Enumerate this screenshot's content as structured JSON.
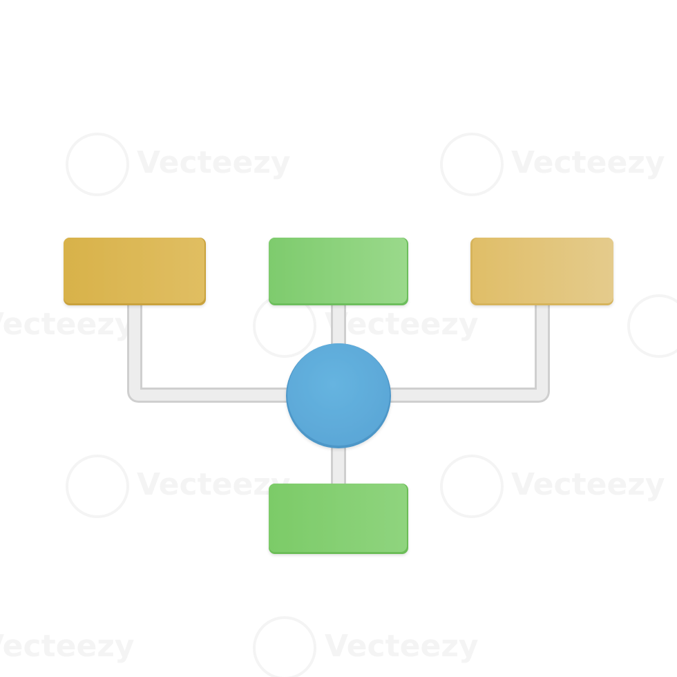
{
  "diagram": {
    "type": "hub-and-spoke",
    "center_node": {
      "shape": "circle",
      "color": "#5EACDC"
    },
    "nodes": [
      {
        "id": "top-left",
        "shape": "rectangle",
        "color": "#D9B753"
      },
      {
        "id": "top-center",
        "shape": "rectangle",
        "color": "#8DD47E"
      },
      {
        "id": "top-right",
        "shape": "rectangle",
        "color": "#E2C37A"
      },
      {
        "id": "bottom-center",
        "shape": "rectangle",
        "color": "#83CE6E"
      }
    ],
    "connector_color": "#E6E6E6"
  },
  "watermark": {
    "text": "Vecteezy"
  }
}
